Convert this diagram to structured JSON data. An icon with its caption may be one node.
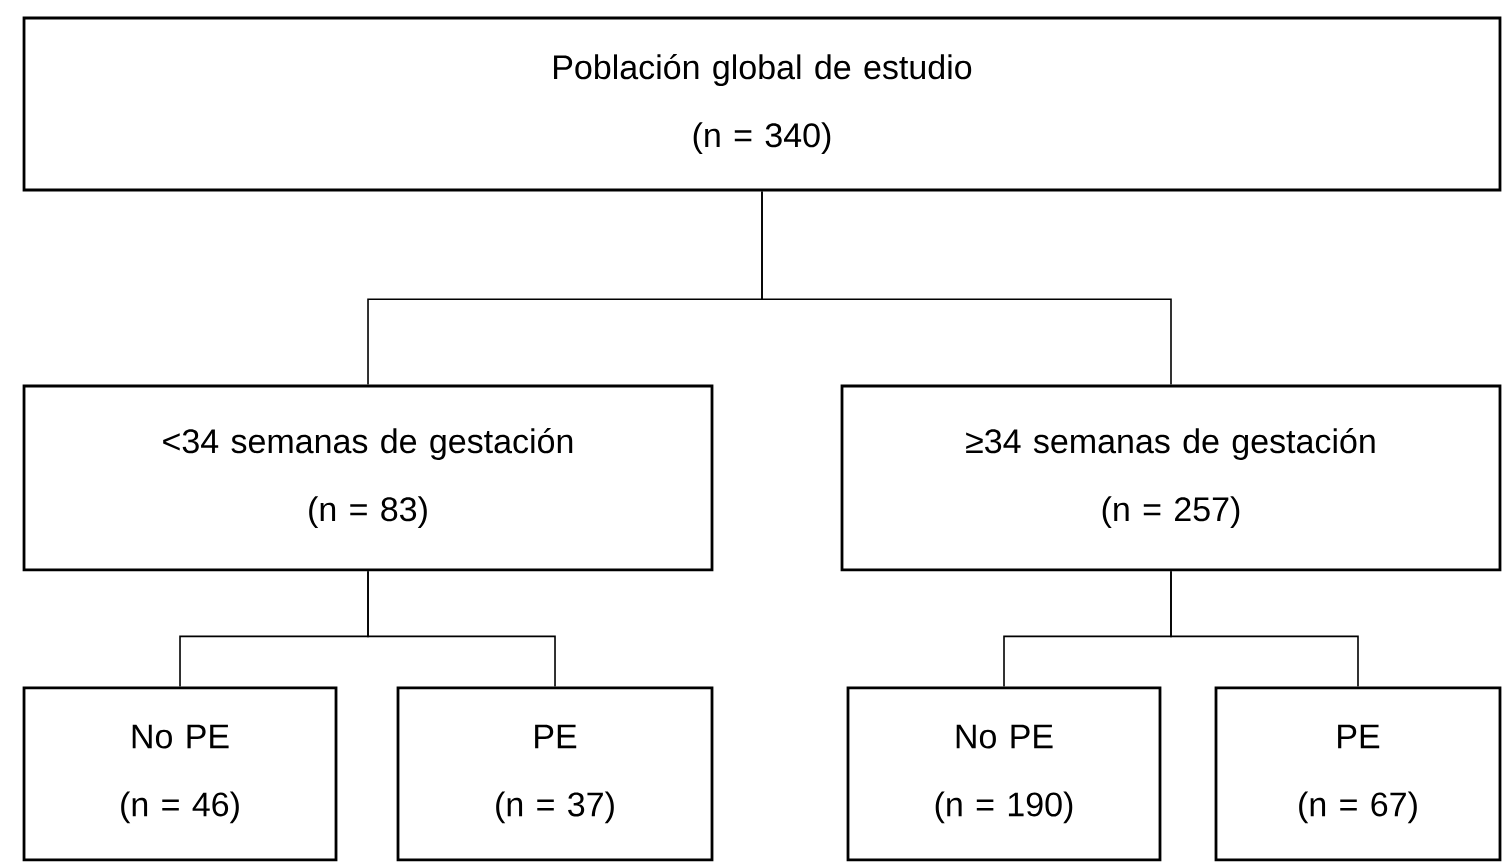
{
  "diagram": {
    "nodes": [
      {
        "text": [
          "Población global de estudio",
          "(n = 340)"
        ]
      },
      {
        "text": [
          "<34 semanas de gestación",
          "(n = 83)"
        ]
      },
      {
        "text": [
          "≥34 semanas de gestación",
          "(n = 257)"
        ]
      },
      {
        "text": [
          "No PE",
          "(n = 46)"
        ]
      },
      {
        "text": [
          "PE",
          "(n = 37)"
        ]
      },
      {
        "text": [
          "No PE",
          "(n = 190)"
        ]
      },
      {
        "text": [
          "PE",
          "(n = 67)"
        ]
      }
    ],
    "edges": [
      {
        "from": 0,
        "to": 1,
        "arrow": "none"
      },
      {
        "from": 0,
        "to": 2,
        "arrow": "none"
      },
      {
        "from": 1,
        "to": 3,
        "arrow": "none"
      },
      {
        "from": 1,
        "to": 4,
        "arrow": "none"
      },
      {
        "from": 2,
        "to": 5,
        "arrow": "none"
      },
      {
        "from": 2,
        "to": 6,
        "arrow": "none"
      }
    ]
  }
}
